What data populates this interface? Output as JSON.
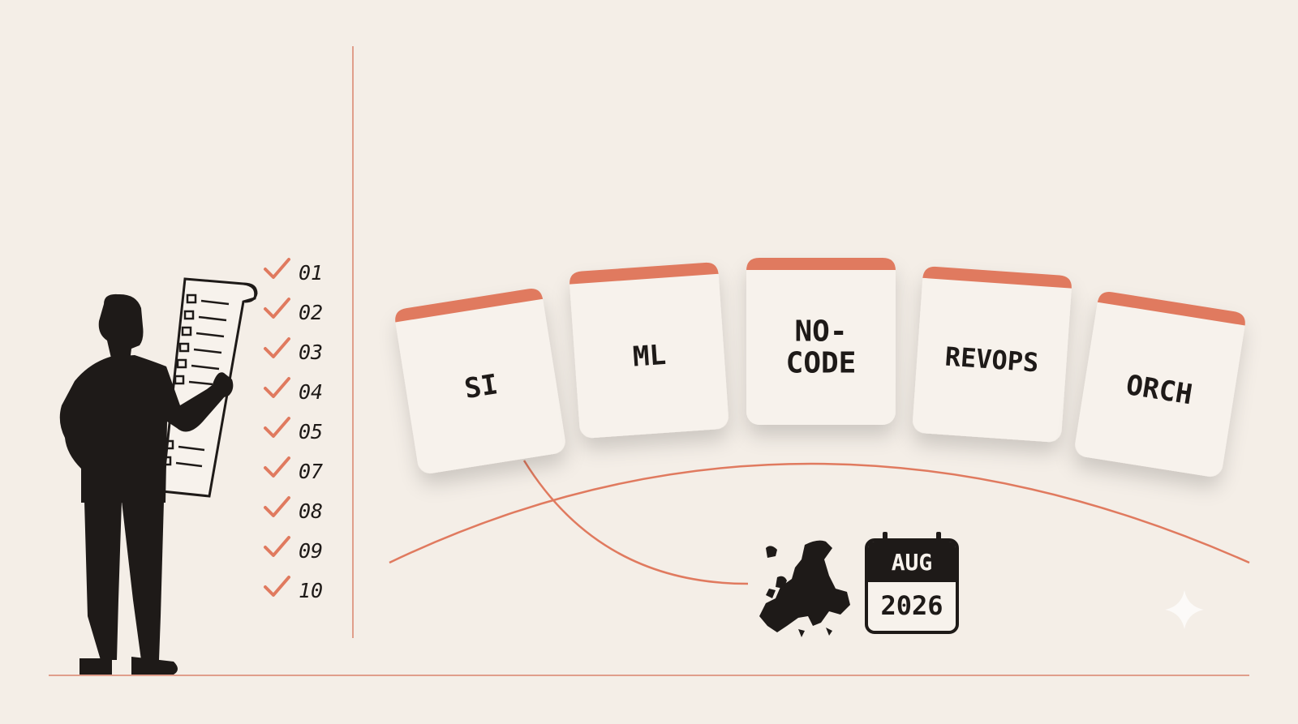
{
  "colors": {
    "background": "#f4eee7",
    "accent": "#e07a5f",
    "ink": "#1e1a18",
    "card": "#f7f2ec"
  },
  "checklist": {
    "icon": "check-icon",
    "items": [
      "01",
      "02",
      "03",
      "04",
      "05",
      "07",
      "08",
      "09",
      "10"
    ]
  },
  "cards": [
    {
      "lines": [
        "SI"
      ]
    },
    {
      "lines": [
        "ML"
      ]
    },
    {
      "lines": [
        "NO-",
        "CODE"
      ]
    },
    {
      "lines": [
        "REVOPS"
      ]
    },
    {
      "lines": [
        "ORCH"
      ]
    }
  ],
  "calendar": {
    "month": "AUG",
    "year": "2026"
  },
  "icons": [
    "person-silhouette-icon",
    "checklist-scroll-icon",
    "europe-map-icon",
    "calendar-icon",
    "sparkle-icon"
  ]
}
